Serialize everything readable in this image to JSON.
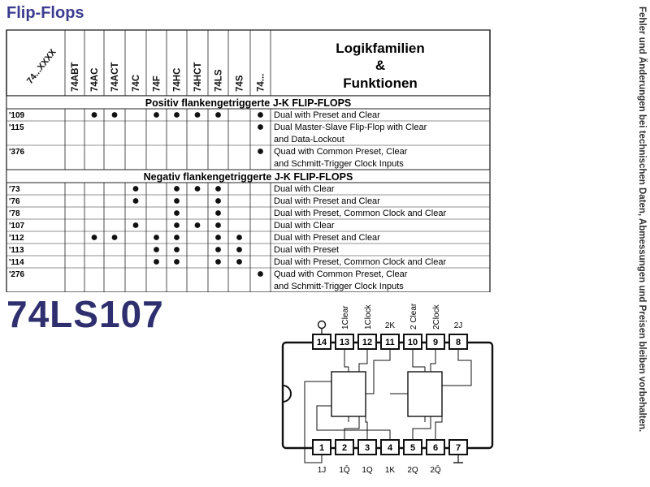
{
  "page_title": "Flip-Flops",
  "side_note": "Fehler und Änderungen bei technischen Daten, Abmessungen und Preisen bleiben vorbehalten.",
  "table": {
    "corner_label": "74...XXXX",
    "families": [
      "74ABT",
      "74AC",
      "74ACT",
      "74C",
      "74F",
      "74HC",
      "74HCT",
      "74LS",
      "74S",
      "74..."
    ],
    "function_header": [
      "Logikfamilien",
      "&",
      "Funktionen"
    ],
    "sections": [
      {
        "title": "Positiv flankengetriggerte J-K FLIP-FLOPS",
        "rows": [
          {
            "id": "'109",
            "dots": [
              0,
              1,
              1,
              0,
              1,
              1,
              1,
              1,
              0,
              1
            ],
            "func": [
              "Dual with Preset and Clear"
            ]
          },
          {
            "id": "'115",
            "dots": [
              0,
              0,
              0,
              0,
              0,
              0,
              0,
              0,
              0,
              1
            ],
            "func": [
              "Dual Master-Slave Flip-Flop with Clear",
              "and Data-Lockout"
            ]
          },
          {
            "id": "'376",
            "dots": [
              0,
              0,
              0,
              0,
              0,
              0,
              0,
              0,
              0,
              1
            ],
            "func": [
              "Quad with Common Preset, Clear",
              "and Schmitt-Trigger Clock Inputs"
            ]
          }
        ]
      },
      {
        "title": "Negativ flankengetriggerte J-K FLIP-FLOPS",
        "rows": [
          {
            "id": "'73",
            "dots": [
              0,
              0,
              0,
              1,
              0,
              1,
              1,
              1,
              0,
              0
            ],
            "func": [
              "Dual with Clear"
            ]
          },
          {
            "id": "'76",
            "dots": [
              0,
              0,
              0,
              1,
              0,
              1,
              0,
              1,
              0,
              0
            ],
            "func": [
              "Dual with Preset and Clear"
            ]
          },
          {
            "id": "'78",
            "dots": [
              0,
              0,
              0,
              0,
              0,
              1,
              0,
              1,
              0,
              0
            ],
            "func": [
              "Dual with Preset, Common Clock and Clear"
            ]
          },
          {
            "id": "'107",
            "dots": [
              0,
              0,
              0,
              1,
              0,
              1,
              1,
              1,
              0,
              0
            ],
            "func": [
              "Dual with Clear"
            ]
          },
          {
            "id": "'112",
            "dots": [
              0,
              1,
              1,
              0,
              1,
              1,
              0,
              1,
              1,
              0
            ],
            "func": [
              "Dual with Preset and Clear"
            ]
          },
          {
            "id": "'113",
            "dots": [
              0,
              0,
              0,
              0,
              1,
              1,
              0,
              1,
              1,
              0
            ],
            "func": [
              "Dual with Preset"
            ]
          },
          {
            "id": "'114",
            "dots": [
              0,
              0,
              0,
              0,
              1,
              1,
              0,
              1,
              1,
              0
            ],
            "func": [
              "Dual with Preset, Common Clock and Clear"
            ]
          },
          {
            "id": "'276",
            "dots": [
              0,
              0,
              0,
              0,
              0,
              0,
              0,
              0,
              0,
              1
            ],
            "func": [
              "Quad with Common Preset, Clear",
              "and Schmitt-Trigger Clock Inputs"
            ]
          }
        ]
      }
    ]
  },
  "chip": {
    "name": "74LS107",
    "top_pins": [
      "14",
      "13",
      "12",
      "11",
      "10",
      "9",
      "8"
    ],
    "bottom_pins": [
      "1",
      "2",
      "3",
      "4",
      "5",
      "6",
      "7"
    ],
    "top_labels": [
      "",
      "1Clear",
      "1Clock",
      "2K",
      "2 Clear",
      "2Clock",
      "2J"
    ],
    "bottom_labels": [
      "1J",
      "1Q̄",
      "1Q",
      "1K",
      "2Q",
      "2Q̄",
      ""
    ]
  }
}
